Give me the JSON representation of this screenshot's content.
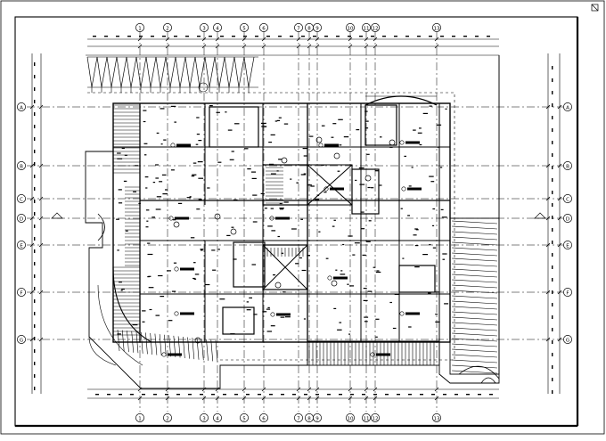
{
  "drawing": {
    "column_axes": [
      "1",
      "2",
      "3",
      "4",
      "5",
      "6",
      "7",
      "8",
      "9",
      "10",
      "11",
      "12",
      "13"
    ],
    "row_axes": [
      "A",
      "B",
      "C",
      "D",
      "E",
      "F",
      "G"
    ]
  }
}
